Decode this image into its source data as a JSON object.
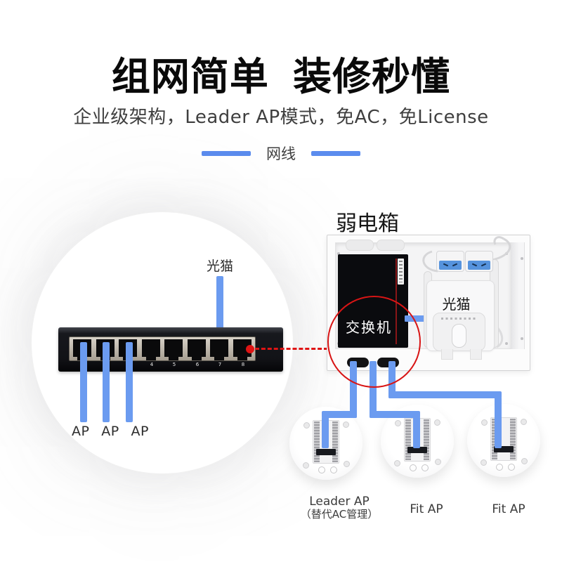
{
  "header": {
    "title": "组网简单 装修秒懂",
    "subtitle": "企业级架构，Leader AP模式，免AC，免License"
  },
  "legend": {
    "label": "网线",
    "cable_color": "#6b9bf0"
  },
  "colors": {
    "cable_blue": "#6b9bf0",
    "accent_red": "#df1414"
  },
  "switch_diagram": {
    "modem_cable_label": "光猫",
    "port_numbers": [
      "4",
      "5",
      "6",
      "7",
      "8"
    ],
    "ap_cable_labels": [
      "AP",
      "AP",
      "AP"
    ]
  },
  "enclosure": {
    "title": "弱电箱",
    "switch_label": "交换机",
    "modem_label": "光猫"
  },
  "aps": [
    {
      "label": "Leader AP",
      "sublabel": "（替代AC管理）"
    },
    {
      "label": "Fit AP",
      "sublabel": ""
    },
    {
      "label": "Fit AP",
      "sublabel": ""
    }
  ]
}
